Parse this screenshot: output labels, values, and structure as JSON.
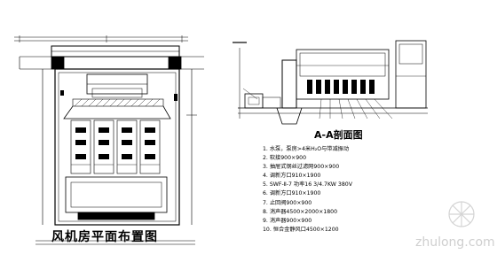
{
  "titles": {
    "plan": "风机房平面布置图",
    "section": "A-A剖面图"
  },
  "notes": [
    "1. 水泵，泵房>4米H₂O与带减振动",
    "2. 软接900×900",
    "3. 抽屉式钢丝过滤网900×900",
    "4. 调新方口910×1900",
    "5. SWF-Ⅱ-7 功率16 3/4.7KW 380V",
    "6. 调新方口910×1900",
    "7. 止回阀900×900",
    "8. 消声器4500×2000×1800",
    "9. 消声器900×900",
    "10. 恒合金静风口4500×1200"
  ],
  "watermark": "zhulong.com"
}
